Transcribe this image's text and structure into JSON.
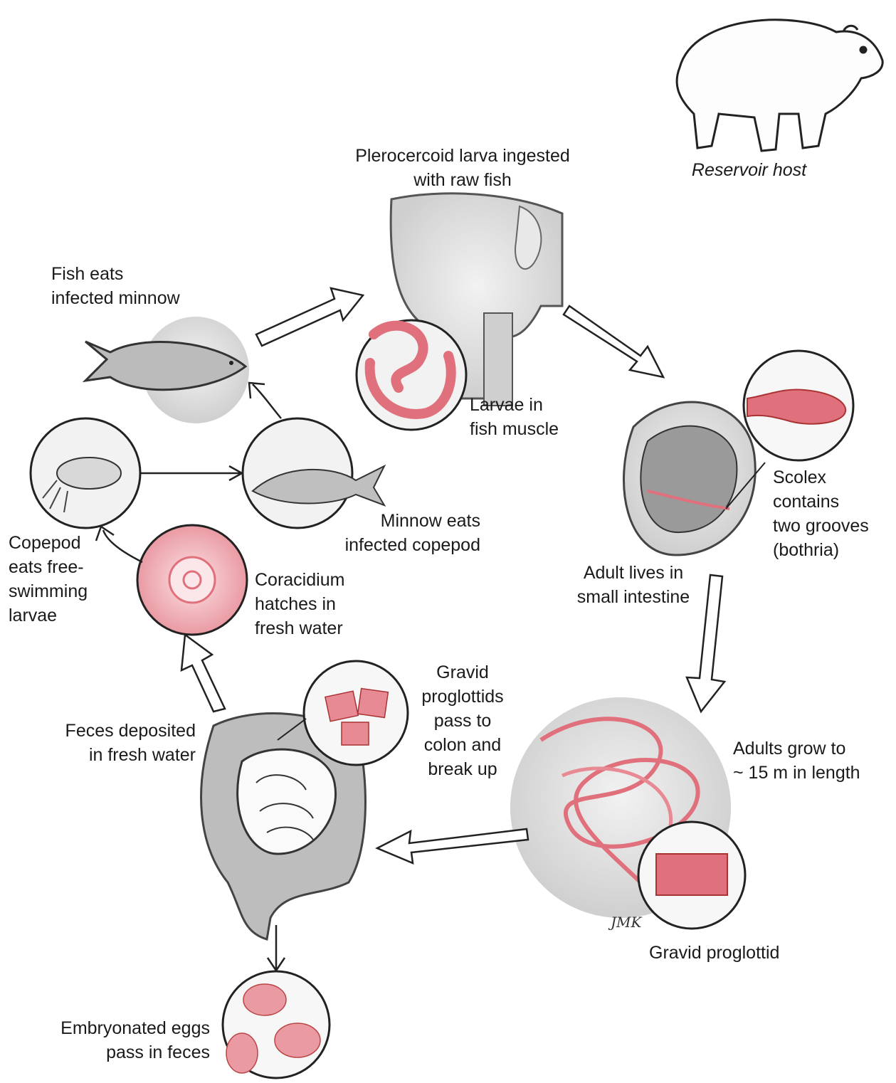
{
  "labels": {
    "reservoir_host": "Reservoir host",
    "plerocercoid": "Plerocercoid larva ingested\nwith raw fish",
    "fish_eats": "Fish eats\ninfected minnow",
    "larvae_muscle": "Larvae in\nfish muscle",
    "scolex": "Scolex\ncontains\ntwo grooves\n(bothria)",
    "adult_lives": "Adult lives in\nsmall intestine",
    "minnow_eats": "Minnow eats\ninfected copepod",
    "copepod_eats": "Copepod\neats free-\nswimming\nlarvae",
    "coracidium": "Coracidium\nhatches in\nfresh water",
    "gravid_pass": "Gravid\nproglottids\npass to\ncolon and\nbreak up",
    "feces_deposited": "Feces deposited\nin fresh water",
    "adults_grow": "Adults grow to\n~ 15 m in length",
    "gravid_proglottid": "Gravid proglottid",
    "embryonated": "Embryonated eggs\npass in feces"
  },
  "colors": {
    "pink": "#e0707c",
    "pink_light": "#f3c3c8",
    "gray": "#d9d9d9",
    "outline": "#222222"
  }
}
